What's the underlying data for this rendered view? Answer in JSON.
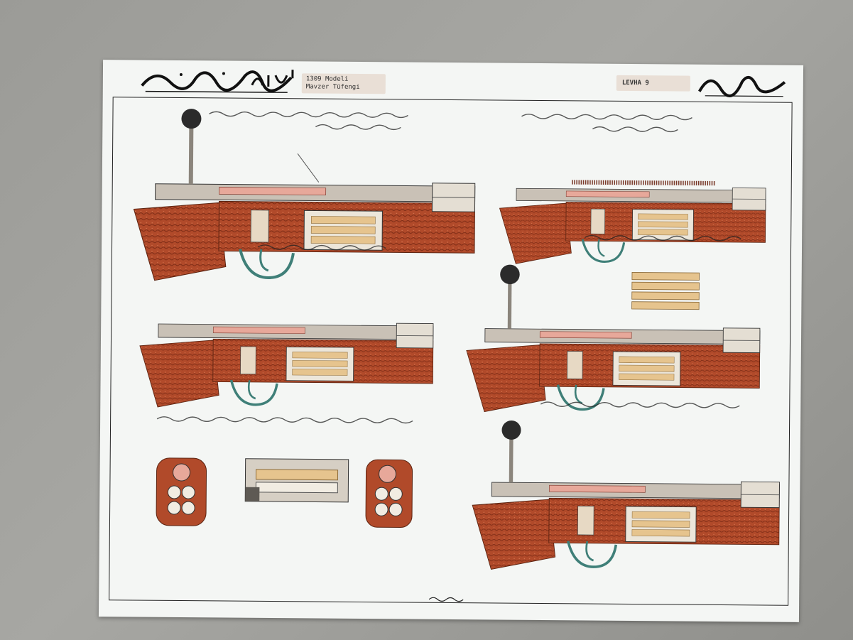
{
  "poster": {
    "label_left_line1": "1309 Modeli",
    "label_left_line2": "Mavzer Tüfengi",
    "label_right": "LEVHA 9"
  },
  "colors": {
    "wall": "#9b9b97",
    "paper": "#f4f6f4",
    "wood": "#b14a2a",
    "steel": "#b9b2a8",
    "brass": "#e6c48e",
    "teal": "#3f7f78",
    "ink": "#1e1e1e"
  },
  "icons": [
    "rifle-diagram",
    "cartridge-cross-section-diagram",
    "bolt-knob-icon"
  ]
}
